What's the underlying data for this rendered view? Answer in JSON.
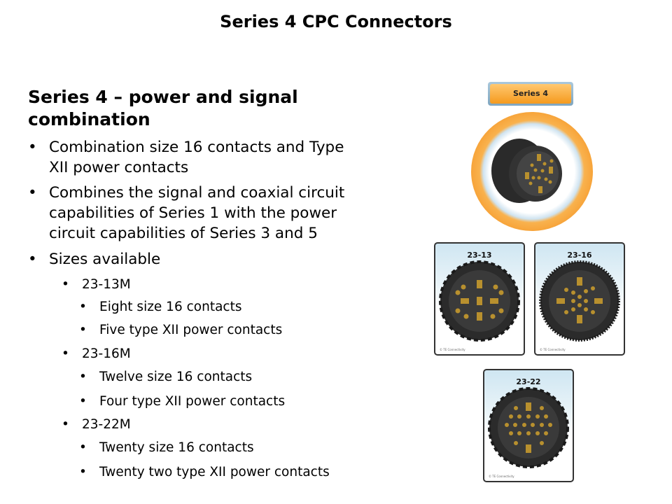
{
  "title": "Series 4 CPC Connectors",
  "heading": [
    "Series 4 – power and signal",
    "combination"
  ],
  "bullets": [
    {
      "lines": [
        "Combination size 16 contacts and Type",
        "XII power contacts"
      ]
    },
    {
      "lines": [
        "Combines the signal and coaxial circuit",
        "capabilities of Series 1 with the power",
        "circuit capabilities of Series 3 and 5"
      ]
    },
    {
      "lines": [
        "Sizes available"
      ]
    }
  ],
  "sizes": [
    {
      "name": "23-13M",
      "items": [
        "Eight size 16 contacts",
        "Five type XII power contacts"
      ]
    },
    {
      "name": "23-16M",
      "items": [
        "Twelve size 16 contacts",
        "Four type XII power contacts"
      ]
    },
    {
      "name": "23-22M",
      "items": [
        "Twenty size 16 contacts",
        "Twenty two type XII power contacts"
      ]
    }
  ],
  "bullet_glyph": "•",
  "figure": {
    "badge": "Series 4",
    "cards": [
      "23-13",
      "23-16",
      "23-22"
    ],
    "copyright": "© TE Connectivity"
  }
}
